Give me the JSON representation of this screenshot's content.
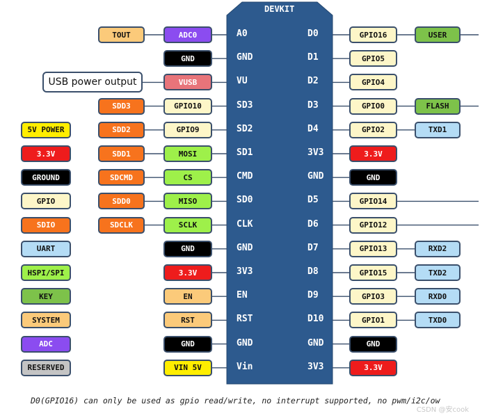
{
  "board": {
    "title": "DEVKIT",
    "left_pins": [
      "A0",
      "GND",
      "VU",
      "SD3",
      "SD2",
      "SD1",
      "CMD",
      "SD0",
      "CLK",
      "GND",
      "3V3",
      "EN",
      "RST",
      "GND",
      "Vin"
    ],
    "right_pins": [
      "D0",
      "D1",
      "D2",
      "D3",
      "D4",
      "3V3",
      "GND",
      "D5",
      "D6",
      "D7",
      "D8",
      "D9",
      "D10",
      "GND",
      "3V3"
    ]
  },
  "callout": "USB power output",
  "left_col1": [
    {
      "row": 0,
      "text": "TOUT",
      "kind": "system"
    },
    {
      "row": 3,
      "text": "SDD3",
      "kind": "sdio"
    },
    {
      "row": 4,
      "text": "SDD2",
      "kind": "sdio"
    },
    {
      "row": 5,
      "text": "SDD1",
      "kind": "sdio"
    },
    {
      "row": 6,
      "text": "SDCMD",
      "kind": "sdio"
    },
    {
      "row": 7,
      "text": "SDD0",
      "kind": "sdio"
    },
    {
      "row": 8,
      "text": "SDCLK",
      "kind": "sdio"
    }
  ],
  "left_col2": [
    {
      "row": 0,
      "text": "ADC0",
      "kind": "adc"
    },
    {
      "row": 1,
      "text": "GND",
      "kind": "ground"
    },
    {
      "row": 2,
      "text": "VUSB",
      "kind": "vusb"
    },
    {
      "row": 3,
      "text": "GPIO10",
      "kind": "gpio"
    },
    {
      "row": 4,
      "text": "GPIO9",
      "kind": "gpio"
    },
    {
      "row": 5,
      "text": "MOSI",
      "kind": "hspi"
    },
    {
      "row": 6,
      "text": "CS",
      "kind": "hspi"
    },
    {
      "row": 7,
      "text": "MISO",
      "kind": "hspi"
    },
    {
      "row": 8,
      "text": "SCLK",
      "kind": "hspi"
    },
    {
      "row": 9,
      "text": "GND",
      "kind": "ground"
    },
    {
      "row": 10,
      "text": "3.3V",
      "kind": "v33"
    },
    {
      "row": 11,
      "text": "EN",
      "kind": "system"
    },
    {
      "row": 12,
      "text": "RST",
      "kind": "system"
    },
    {
      "row": 13,
      "text": "GND",
      "kind": "ground"
    },
    {
      "row": 14,
      "text": "VIN 5V",
      "kind": "power5v"
    }
  ],
  "right_col1": [
    {
      "row": 0,
      "text": "GPIO16",
      "kind": "gpio"
    },
    {
      "row": 1,
      "text": "GPIO5",
      "kind": "gpio"
    },
    {
      "row": 2,
      "text": "GPIO4",
      "kind": "gpio"
    },
    {
      "row": 3,
      "text": "GPIO0",
      "kind": "gpio"
    },
    {
      "row": 4,
      "text": "GPIO2",
      "kind": "gpio"
    },
    {
      "row": 5,
      "text": "3.3V",
      "kind": "v33"
    },
    {
      "row": 6,
      "text": "GND",
      "kind": "ground"
    },
    {
      "row": 7,
      "text": "GPIO14",
      "kind": "gpio"
    },
    {
      "row": 8,
      "text": "GPIO12",
      "kind": "gpio"
    },
    {
      "row": 9,
      "text": "GPIO13",
      "kind": "gpio"
    },
    {
      "row": 10,
      "text": "GPIO15",
      "kind": "gpio"
    },
    {
      "row": 11,
      "text": "GPIO3",
      "kind": "gpio"
    },
    {
      "row": 12,
      "text": "GPIO1",
      "kind": "gpio"
    },
    {
      "row": 13,
      "text": "GND",
      "kind": "ground"
    },
    {
      "row": 14,
      "text": "3.3V",
      "kind": "v33"
    }
  ],
  "right_col2": [
    {
      "row": 0,
      "text": "USER",
      "kind": "key"
    },
    {
      "row": 3,
      "text": "FLASH",
      "kind": "key"
    },
    {
      "row": 4,
      "text": "TXD1",
      "kind": "uart"
    },
    {
      "row": 9,
      "text": "RXD2",
      "kind": "uart"
    },
    {
      "row": 10,
      "text": "TXD2",
      "kind": "uart"
    },
    {
      "row": 11,
      "text": "RXD0",
      "kind": "uart"
    },
    {
      "row": 12,
      "text": "TXD0",
      "kind": "uart"
    }
  ],
  "legend": [
    {
      "text": "5V POWER",
      "kind": "power5v"
    },
    {
      "text": "3.3V",
      "kind": "v33"
    },
    {
      "text": "GROUND",
      "kind": "ground"
    },
    {
      "text": "GPIO",
      "kind": "gpio"
    },
    {
      "text": "SDIO",
      "kind": "sdio"
    },
    {
      "text": "UART",
      "kind": "uart"
    },
    {
      "text": "HSPI/SPI",
      "kind": "hspi"
    },
    {
      "text": "KEY",
      "kind": "key"
    },
    {
      "text": "SYSTEM",
      "kind": "system"
    },
    {
      "text": "ADC",
      "kind": "adc"
    },
    {
      "text": "RESERVED",
      "kind": "reserved"
    }
  ],
  "colors": {
    "board": "#2d5a8e",
    "outline": "#3a4f6b",
    "power5v": "#ffee00",
    "v33": "#ee1c1c",
    "ground": "#000000",
    "gpio": "#fdf6c8",
    "sdio": "#f7731d",
    "uart": "#b4dcf5",
    "hspi": "#9ef04a",
    "key": "#7dc24a",
    "system": "#fbca7a",
    "adc": "#8b4cf0",
    "reserved": "#c4c4c4",
    "vusb": "#e8747a"
  },
  "footnote": "D0(GPIO16) can only be used as gpio read/write, no interrupt supported, no pwm/i2c/ow",
  "watermark": "CSDN @安cook"
}
